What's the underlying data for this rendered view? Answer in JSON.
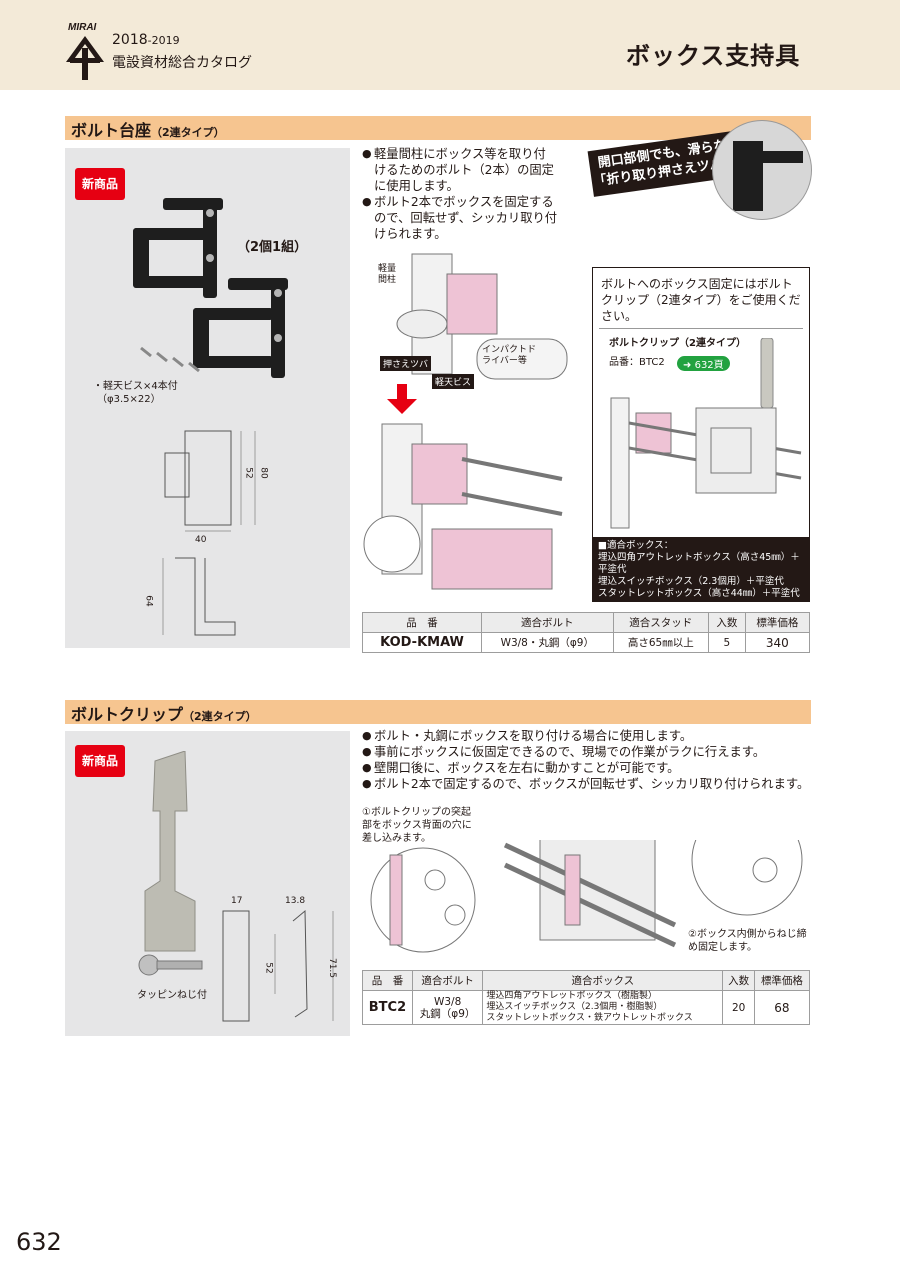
{
  "header": {
    "brand": "MIRAI",
    "year": "2018",
    "year_suffix": "-2019",
    "catalog_name": "電設資材総合カタログ",
    "category": "ボックス支持具"
  },
  "section1": {
    "title": "ボルト台座",
    "subtitle": "（2連タイプ）",
    "badge": "新商品",
    "set_label": "（2個1組）",
    "screw_note_1": "・軽天ビス×4本付",
    "screw_note_2": "（φ3.5×22）",
    "dims": {
      "w": "40",
      "h1": "52",
      "h2": "80",
      "side": "64"
    },
    "bullets": [
      "軽量間柱にボックス等を取り付けるためのボルト（2本）の固定に使用します。",
      "ボルト2本でボックスを固定するので、回転せず、シッカリ取り付けられます。"
    ],
    "callout_1": "開口部側でも、滑らない",
    "callout_2": "「折り取り押さえツバ付」",
    "diagram_labels": {
      "stud": "軽量間柱",
      "tab": "押さえツバ",
      "screw": "軽天ビス",
      "driver": "インパクトドライバー等"
    },
    "clip_box": {
      "text": "ボルトへのボックス固定にはボルトクリップ（2連タイプ）をご使用ください。",
      "name": "ボルトクリップ（2連タイプ）",
      "part_label": "品番：BTC2",
      "page_ref": "632頁",
      "fit_title": "■適合ボックス：",
      "fit_lines": [
        "埋込四角アウトレットボックス（高さ45㎜）＋平塗代",
        "埋込スイッチボックス（2.3個用）＋平塗代",
        "スタットレットボックス（高さ44㎜）＋平塗代"
      ]
    },
    "table": {
      "headers": [
        "品　番",
        "適合ボルト",
        "適合スタッド",
        "入数",
        "標準価格"
      ],
      "row": [
        "KOD-KMAW",
        "W3/8・丸鋼（φ9）",
        "高さ65㎜以上",
        "5",
        "340"
      ]
    }
  },
  "section2": {
    "title": "ボルトクリップ",
    "subtitle": "（2連タイプ）",
    "badge": "新商品",
    "screw_label": "タッピンねじ付",
    "dims": {
      "w": "17",
      "w2": "13.8",
      "h1": "52",
      "h2": "71.5"
    },
    "bullets": [
      "ボルト・丸鋼にボックスを取り付ける場合に使用します。",
      "事前にボックスに仮固定できるので、現場での作業がラクに行えます。",
      "壁開口後に、ボックスを左右に動かすことが可能です。",
      "ボルト2本で固定するので、ボックスが回転せず、シッカリ取り付けられます。"
    ],
    "step1": "①ボルトクリップの突起部をボックス背面の穴に差し込みます。",
    "step2": "②ボックス内側からねじ締め固定します。",
    "table": {
      "headers": [
        "品　番",
        "適合ボルト",
        "適合ボックス",
        "入数",
        "標準価格"
      ],
      "code": "BTC2",
      "bolt_1": "W3/8",
      "bolt_2": "丸鋼（φ9）",
      "boxes": [
        "埋込四角アウトレットボックス（樹脂製）",
        "埋込スイッチボックス（2.3個用・樹脂製）",
        "スタットレットボックス・鉄アウトレットボックス"
      ],
      "qty": "20",
      "price": "68"
    }
  },
  "page_number": "632"
}
